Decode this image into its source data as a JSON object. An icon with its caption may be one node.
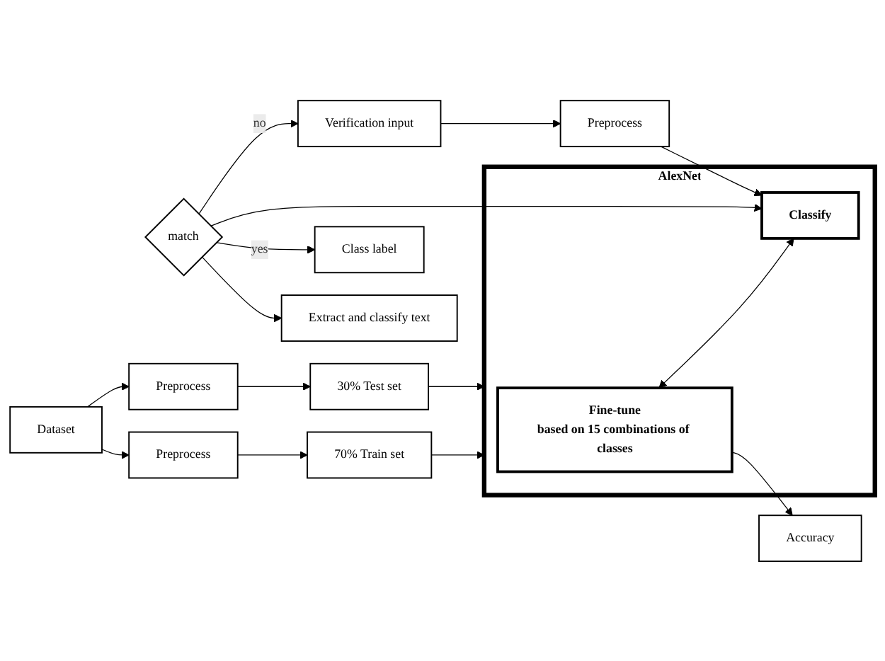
{
  "diagram": {
    "nodes": [
      {
        "text": [
          "Dataset"
        ]
      },
      {
        "text": [
          "Preprocess"
        ]
      },
      {
        "text": [
          "70% Train set"
        ]
      },
      {
        "text": [
          "Preprocess"
        ]
      },
      {
        "text": [
          "30% Test set"
        ]
      },
      {
        "text": [
          "AlexNet"
        ]
      },
      {
        "text": [
          "Fine-tune",
          "based on 15 combinations of classes"
        ],
        "in": 5
      },
      {
        "text": [
          "Classify"
        ],
        "in": 5
      },
      {
        "text": [
          "Accuracy"
        ]
      },
      {
        "text": [
          "match"
        ]
      },
      {
        "text": [
          "Class label"
        ]
      },
      {
        "text": [
          "Extract and classify text"
        ]
      },
      {
        "text": [
          "Preprocess"
        ]
      },
      {
        "text": [
          "Verification input"
        ]
      }
    ],
    "edges": [
      {
        "from": 0,
        "to": 1,
        "arrow": "to"
      },
      {
        "from": 1,
        "to": 2,
        "arrow": "to"
      },
      {
        "from": 0,
        "to": 3,
        "arrow": "to"
      },
      {
        "from": 3,
        "to": 4,
        "arrow": "to"
      },
      {
        "from": 2,
        "to": 5,
        "arrow": "to"
      },
      {
        "from": 4,
        "to": 5,
        "arrow": "to"
      },
      {
        "from": 6,
        "to": 7,
        "arrow": "both"
      },
      {
        "from": 6,
        "to": 8,
        "arrow": "to"
      },
      {
        "from": 9,
        "to": 7,
        "arrow": "to"
      },
      {
        "from": 9,
        "to": 10,
        "label": "yes",
        "arrow": "to"
      },
      {
        "from": 9,
        "to": 11,
        "arrow": "to"
      },
      {
        "from": 9,
        "to": 13,
        "label": "no",
        "arrow": "to"
      },
      {
        "from": 13,
        "to": 12,
        "arrow": "to"
      },
      {
        "from": 12,
        "to": 7,
        "arrow": "to"
      }
    ]
  }
}
